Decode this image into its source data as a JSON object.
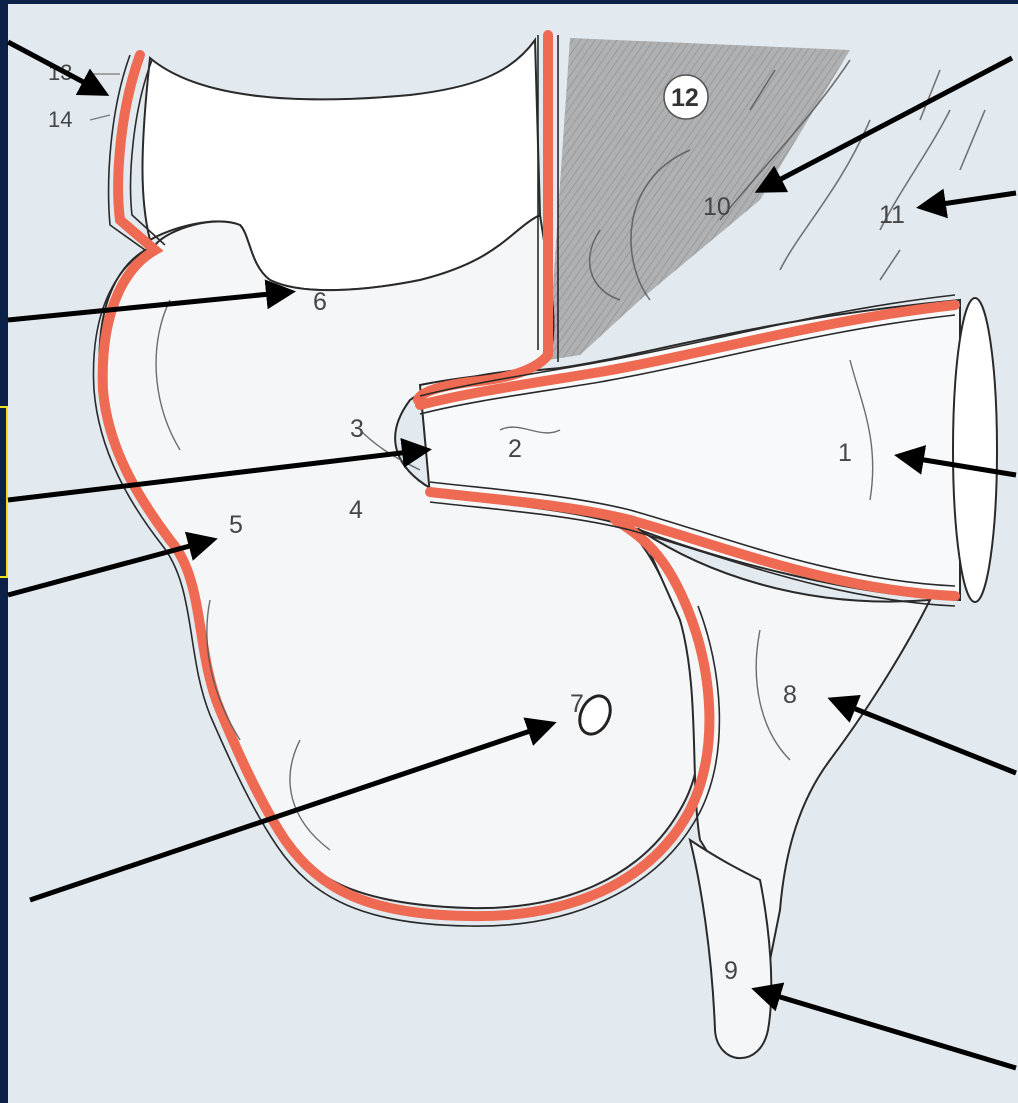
{
  "colors": {
    "frame": "#0b2147",
    "plate": "#e3eaef",
    "wall_fill": "#f4f6f8",
    "serosa": "#ee6a52",
    "outline": "#2a2a2a",
    "hatch_region": "#9a9a9a",
    "arrow": "#000000",
    "highlight_bar": "#f0e020"
  },
  "labels": {
    "l1": "1",
    "l2": "2",
    "l3": "3",
    "l4": "4",
    "l5": "5",
    "l6": "6",
    "l7": "7",
    "l8": "8",
    "l9": "9",
    "l10": "10",
    "l11": "11",
    "l12": "12",
    "l13": "13",
    "l14": "14"
  }
}
